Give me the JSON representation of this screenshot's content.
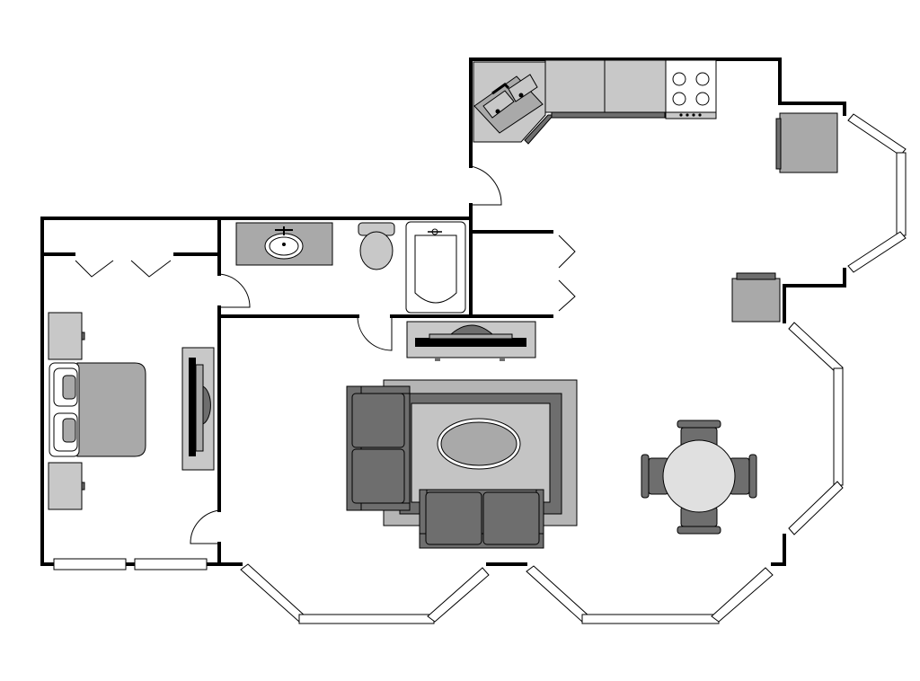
{
  "plan": {
    "kind": "apartment-floor-plan",
    "colors": {
      "wall": "#000000",
      "furniture_light": "#c8c8c8",
      "furniture_mid": "#a9a9a9",
      "furniture_dark": "#6e6e6e",
      "background": "#ffffff"
    },
    "rooms": [
      "kitchen",
      "bathroom",
      "bedroom",
      "living-room",
      "dining-area",
      "closet"
    ],
    "icons": [
      "sink-icon",
      "stove-icon",
      "toilet-icon",
      "bathtub-icon",
      "bed-icon",
      "tv-icon",
      "sofa-icon",
      "dining-table-icon",
      "armchair-icon"
    ]
  }
}
